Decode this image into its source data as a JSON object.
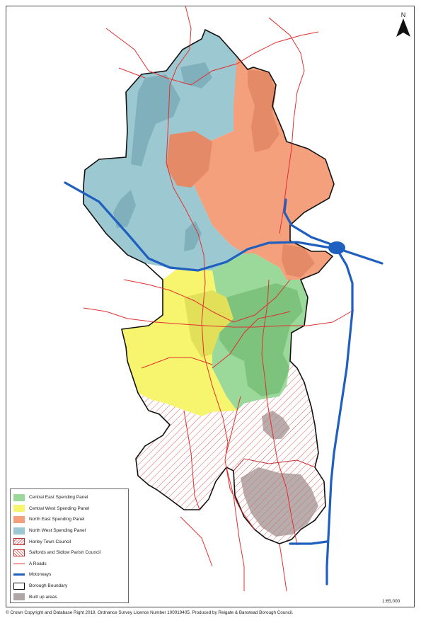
{
  "map": {
    "north_label": "N",
    "scale": "1:65,000",
    "copyright": "© Crown Copyright and Database Right 2019. Ordnance Survey Licence Number 100019405. Produced by Reigate & Banstead Borough Council."
  },
  "colors": {
    "central_east": "#9ad99a",
    "central_west": "#f7f46e",
    "north_east": "#f4a07c",
    "north_west": "#9cc8d2",
    "a_roads": "#e03030",
    "motorways": "#1f5fbf",
    "borough_boundary": "#111111",
    "built_up": "#b0a6a6"
  },
  "legend": {
    "items": [
      {
        "label": "Central East Spending Panel",
        "icon": "fill-swatch"
      },
      {
        "label": "Central West Spending Panel",
        "icon": "fill-swatch"
      },
      {
        "label": "North East Spending Panel",
        "icon": "fill-swatch"
      },
      {
        "label": "North West Spending Panel",
        "icon": "fill-swatch"
      },
      {
        "label": "Horley Town Council",
        "icon": "hatch-swatch"
      },
      {
        "label": "Salfords and Sidlow Parish Council",
        "icon": "hatch-swatch"
      },
      {
        "label": "A Roads",
        "icon": "line-swatch"
      },
      {
        "label": "Motorways",
        "icon": "line-swatch"
      },
      {
        "label": "Borough Boundary",
        "icon": "outline-swatch"
      },
      {
        "label": "Built up areas",
        "icon": "fill-swatch"
      }
    ]
  }
}
